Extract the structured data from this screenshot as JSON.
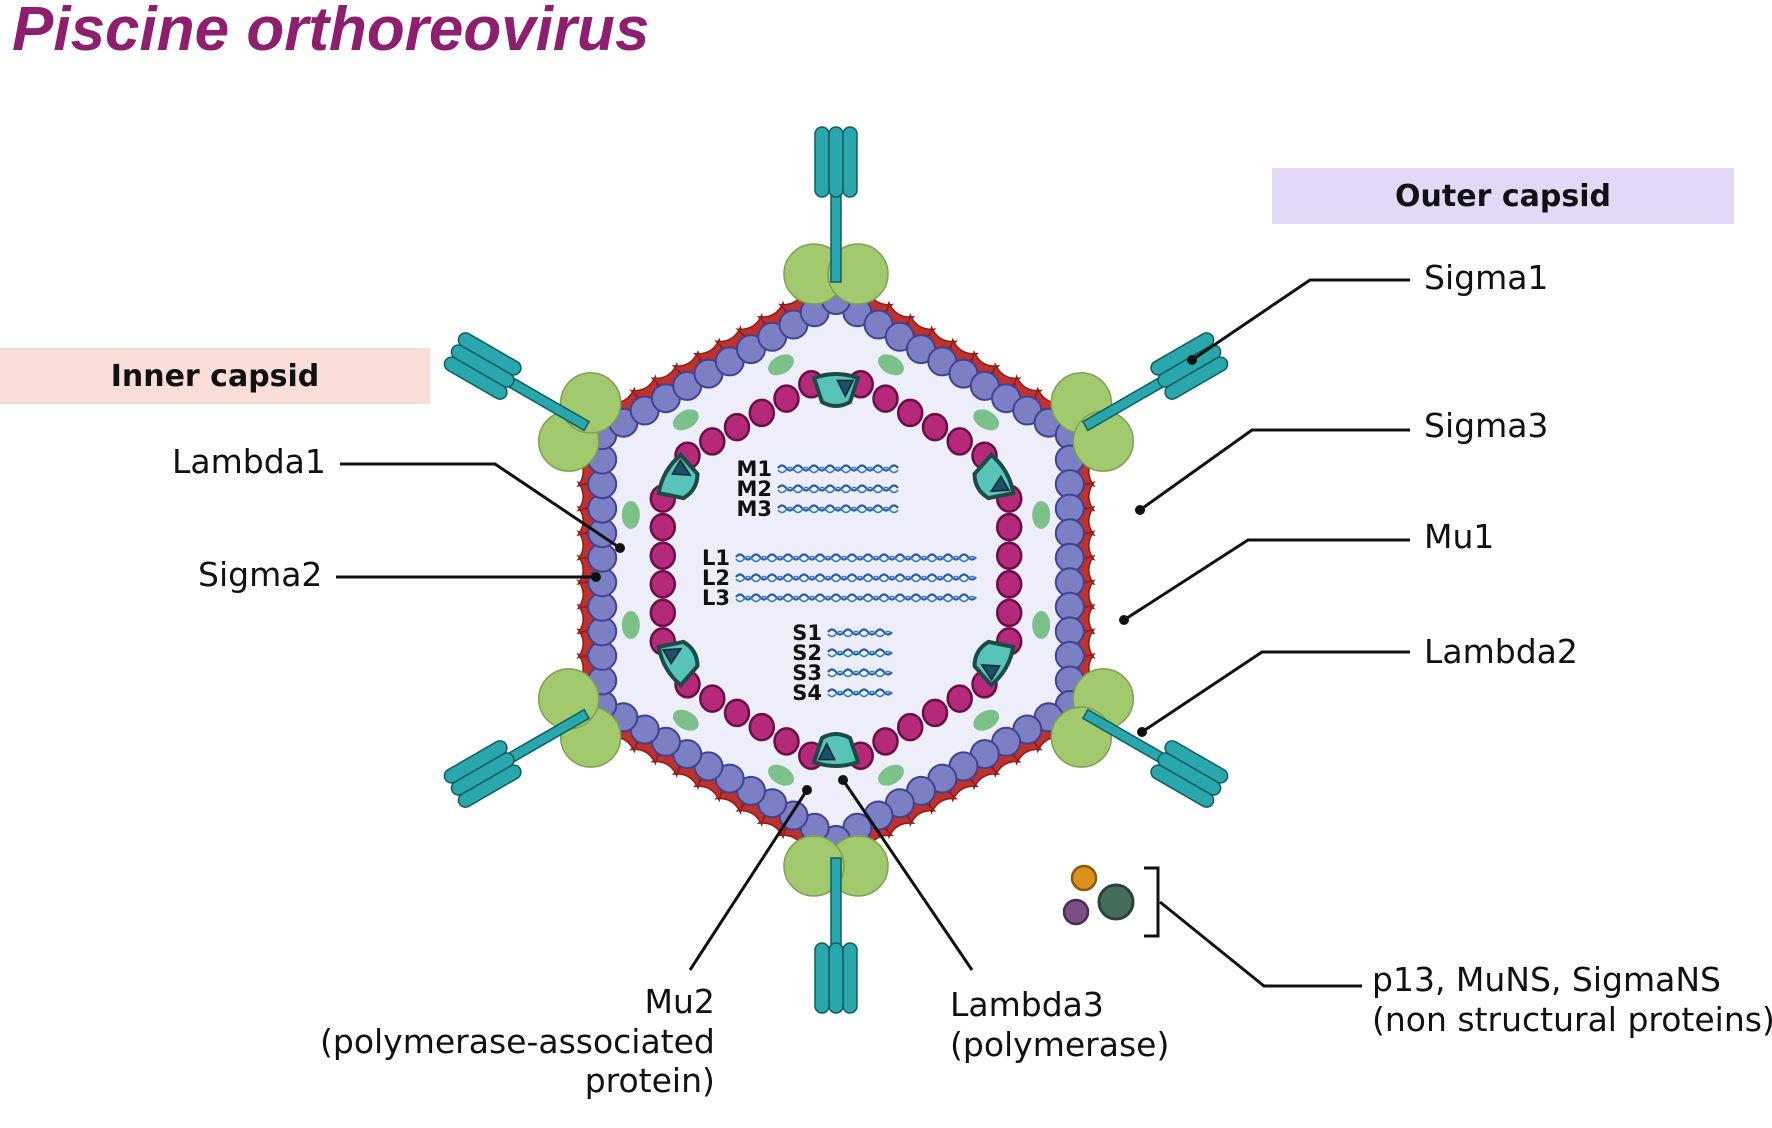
{
  "title": "Piscine orthoreovirus",
  "panels": {
    "inner": "Inner capsid",
    "outer": "Outer capsid"
  },
  "labels": {
    "lambda1": "Lambda1",
    "sigma2": "Sigma2",
    "sigma1": "Sigma1",
    "sigma3": "Sigma3",
    "mu1": "Mu1",
    "lambda2": "Lambda2",
    "mu2": "Mu2\n(polymerase-associated\nprotein)",
    "lambda3": "Lambda3\n(polymerase)",
    "nonstructural": "p13, MuNS, SigmaNS\n(non structural proteins)"
  },
  "segments": {
    "m": [
      "M1",
      "M2",
      "M3"
    ],
    "l": [
      "L1",
      "L2",
      "L3"
    ],
    "s": [
      "S1",
      "S2",
      "S3",
      "S4"
    ]
  },
  "colors": {
    "title": "#8e1f6e",
    "mu1_bead": "#7c7fc4",
    "sigma3": "#c0302c",
    "lambda1_bead": "#b5297a",
    "sigma2": "#7cc08a",
    "lambda2": "#a3c96e",
    "sigma1": "#2aa7ad",
    "polymerase": "#58c3b8",
    "virion_fill": "#eeeefb",
    "nonstructural": [
      "#d9901e",
      "#456d5c",
      "#7d4e86"
    ]
  }
}
